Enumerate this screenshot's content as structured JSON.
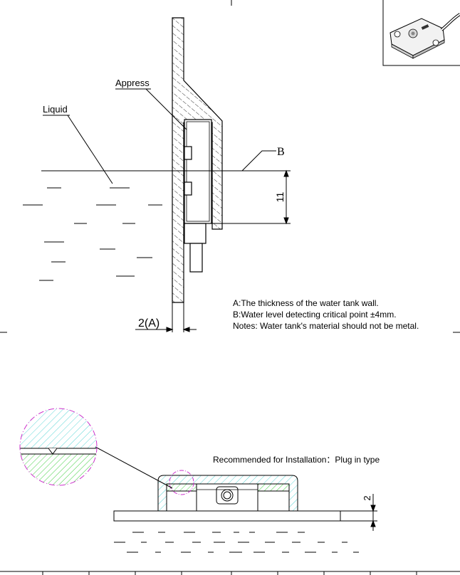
{
  "labels": {
    "appress": "Appress",
    "liquid": "Liquid",
    "b_marker": "B",
    "dim_11": "11",
    "dim_2a": "2(A)",
    "dim_2": "2"
  },
  "notes": [
    "A:The  thickness of the water tank wall.",
    "B:Water level detecting critical point ±4mm.",
    "Notes: Water tank's material should not be metal."
  ],
  "install": {
    "caption": "Recommended for Installation：Plug in type"
  },
  "colors": {
    "line": "#000000",
    "detail_circle": "#cc33cc",
    "cover_hatch": "#33cccc",
    "pad_hatch": "#33cc33"
  }
}
